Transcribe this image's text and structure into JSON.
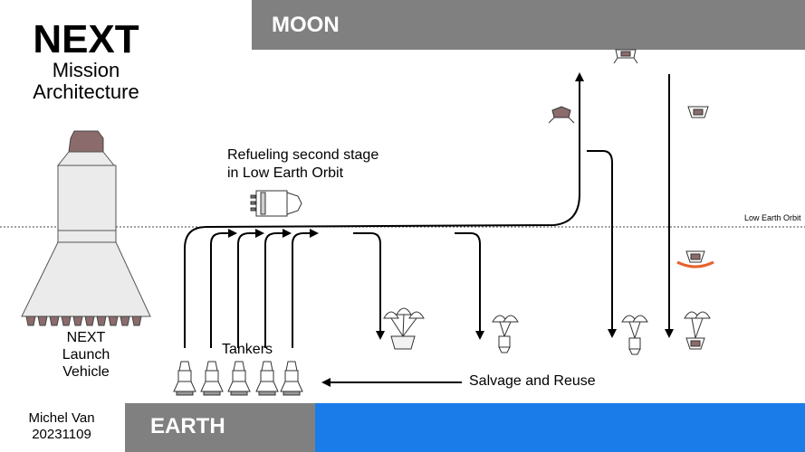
{
  "title": "NEXT",
  "subtitle_line1": "Mission",
  "subtitle_line2": "Architecture",
  "moon_label": "MOON",
  "earth_label": "EARTH",
  "refuel_line1": "Refueling second stage",
  "refuel_line2": "in Low Earth Orbit",
  "leo_label": "Low Earth Orbit",
  "launch_vehicle_line1": "NEXT",
  "launch_vehicle_line2": "Launch",
  "launch_vehicle_line3": "Vehicle",
  "tankers_label": "Tankers",
  "salvage_label": "Salvage and Reuse",
  "author_name": "Michel Van",
  "author_date": "20231109",
  "colors": {
    "band_gray": "#808080",
    "ocean_blue": "#1a7ce8",
    "capsule_brown": "#8b6b6b",
    "heat_shield_orange": "#e8602a",
    "vehicle_fill": "#ebebeb"
  }
}
